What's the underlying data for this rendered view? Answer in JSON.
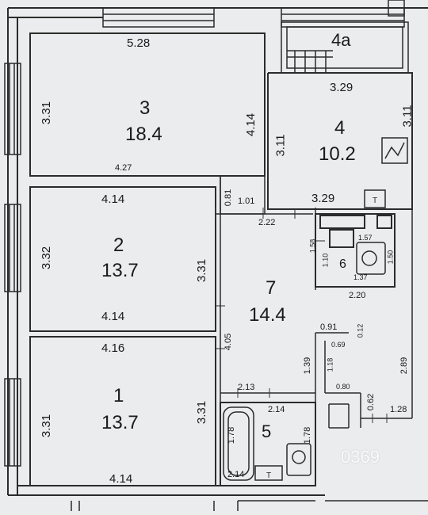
{
  "balcony": {
    "label": "4a"
  },
  "rooms": [
    {
      "id": "3",
      "number": "3",
      "area": "18.4"
    },
    {
      "id": "4",
      "number": "4",
      "area": "10.2"
    },
    {
      "id": "2",
      "number": "2",
      "area": "13.7"
    },
    {
      "id": "1",
      "number": "1",
      "area": "13.7"
    },
    {
      "id": "7",
      "number": "7",
      "area": "14.4"
    },
    {
      "id": "6",
      "number": "6"
    },
    {
      "id": "5",
      "number": "5"
    }
  ],
  "dimensions": {
    "r3_top": "5.28",
    "r3_left": "3.31",
    "r3_right": "4.14",
    "r3_bottom": "4.27",
    "r4_top": "3.29",
    "r4_left": "3.11",
    "r4_right": "3.11",
    "r4_bottom": "3.29",
    "niche_w": "0.81",
    "niche_h": "1.01",
    "corr_top": "2.22",
    "r2_top": "4.14",
    "r2_left": "3.32",
    "r2_right": "3.31",
    "r2_bottom": "4.14",
    "r1_top": "4.16",
    "r1_left": "3.31",
    "r1_right": "3.31",
    "r1_bottom": "4.14",
    "wall_405": "4.05",
    "r7_139": "1.39",
    "r7_213": "2.13",
    "r7_091": "0.91",
    "r7_069": "0.69",
    "r7_012": "0.12",
    "r7_118": "1.18",
    "r7_080": "0.80",
    "r7_062": "0.62",
    "r7_128": "1.28",
    "r7_289": "2.89",
    "r6_158": "1.58",
    "r6_157": "1.57",
    "r6_110": "1.10",
    "r6_137": "1.37",
    "r6_150": "1.50",
    "r6_220": "2.20",
    "r5_214_top": "2.14",
    "r5_178_left": "1.78",
    "r5_178_right": "1.78",
    "r5_214_bottom": "2.14"
  },
  "watermark": {
    "text": "0369"
  },
  "colors": {
    "background": "#ebeced",
    "wall": "#2b2b2b",
    "line": "#3a3a3a"
  },
  "icons": [
    "shower-icon",
    "sink-icon",
    "toilet-icon",
    "bathtub-icon",
    "stove-icon",
    "washer-icon"
  ]
}
